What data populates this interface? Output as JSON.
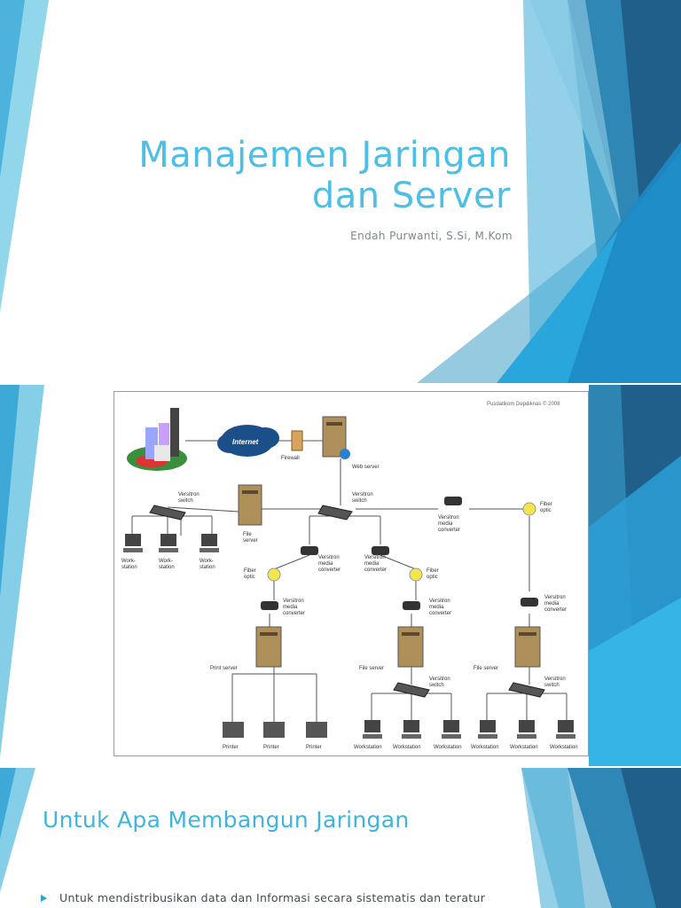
{
  "slide1": {
    "title_line1": "Manajemen Jaringan",
    "title_line2": "dan Server",
    "author": "Endah Purwanti, S.Si, M.Kom"
  },
  "slide2": {
    "diagram": {
      "credit": "Pusdatikom Depdiknas © 2008",
      "cloud": "Internet",
      "firewall": "Firewall",
      "web_server": "Web server",
      "switch_main_1": "Versitron",
      "switch_main_2": "switch",
      "switch_left_1": "Versitron",
      "switch_left_2": "switch",
      "file_server_left_1": "File",
      "file_server_left_2": "server",
      "ws_label_1": "Work-",
      "ws_label_2": "station",
      "mc_1": "Versitron",
      "mc_2": "media",
      "mc_3": "converter",
      "fiber_1": "Fiber",
      "fiber_2": "optic",
      "print_server": "Print server",
      "file_server": "File server",
      "printer": "Printer",
      "workstation": "Workstation"
    }
  },
  "slide3": {
    "title": "Untuk Apa Membangun Jaringan",
    "bullet_1": "Untuk mendistribusikan data dan Informasi secara sistematis dan teratur"
  },
  "colors": {
    "accent": "#4dbfe6",
    "deco_dark": "#1f5f8a",
    "deco_mid": "#2a8fc0",
    "deco_light": "#35b0e0",
    "bullet": "#2aa3d6"
  }
}
